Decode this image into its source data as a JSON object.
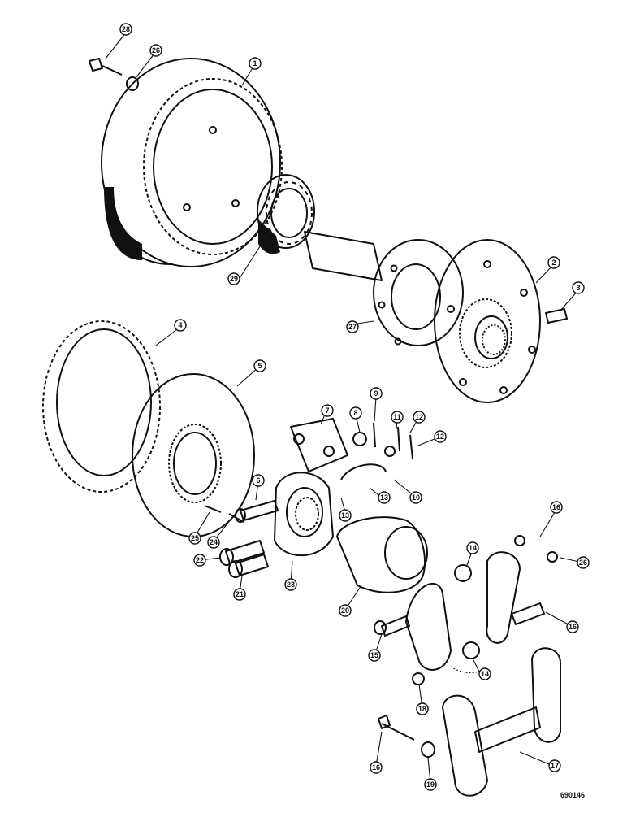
{
  "drawing_ref": "690146",
  "callouts": [
    {
      "id": "c28a",
      "label": "28"
    },
    {
      "id": "c26a",
      "label": "26"
    },
    {
      "id": "c1",
      "label": "1"
    },
    {
      "id": "c29",
      "label": "29"
    },
    {
      "id": "c2",
      "label": "2"
    },
    {
      "id": "c3",
      "label": "3"
    },
    {
      "id": "c27",
      "label": "27"
    },
    {
      "id": "c4",
      "label": "4"
    },
    {
      "id": "c5",
      "label": "5"
    },
    {
      "id": "c7",
      "label": "7"
    },
    {
      "id": "c8a",
      "label": "8"
    },
    {
      "id": "c9",
      "label": "9"
    },
    {
      "id": "c11",
      "label": "11"
    },
    {
      "id": "c12a",
      "label": "12"
    },
    {
      "id": "c12b",
      "label": "12"
    },
    {
      "id": "c10",
      "label": "10"
    },
    {
      "id": "c13a",
      "label": "13"
    },
    {
      "id": "c13b",
      "label": "13"
    },
    {
      "id": "c6",
      "label": "6"
    },
    {
      "id": "c25",
      "label": "25"
    },
    {
      "id": "c24",
      "label": "24"
    },
    {
      "id": "c22",
      "label": "22"
    },
    {
      "id": "c21",
      "label": "21"
    },
    {
      "id": "c23",
      "label": "23"
    },
    {
      "id": "c20",
      "label": "20"
    },
    {
      "id": "c14a",
      "label": "14"
    },
    {
      "id": "c14b",
      "label": "14"
    },
    {
      "id": "c16a",
      "label": "16"
    },
    {
      "id": "c26b",
      "label": "26"
    },
    {
      "id": "c15",
      "label": "15"
    },
    {
      "id": "c16b",
      "label": "16"
    },
    {
      "id": "c16c",
      "label": "16"
    },
    {
      "id": "c18a",
      "label": "18"
    },
    {
      "id": "c18b",
      "label": "18"
    },
    {
      "id": "c19",
      "label": "19"
    },
    {
      "id": "c17",
      "label": "17"
    }
  ]
}
